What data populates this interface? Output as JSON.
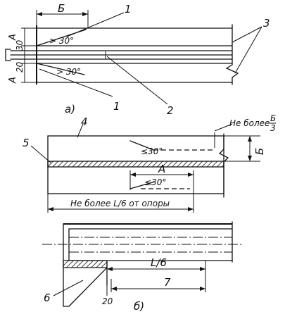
{
  "part_a": {
    "dim_top": "Б",
    "dim_side_top": "А",
    "dim_side_bottom": "А",
    "small_30": "30",
    "small_20": "20",
    "angle_top": "> 30°",
    "angle_bottom": "> 30°",
    "callout_1_top": "1",
    "callout_1_bottom": "1",
    "callout_2": "2",
    "callout_3": "3",
    "caption": "а)"
  },
  "part_b_plan": {
    "callout_4": "4",
    "callout_5": "5",
    "angle_top": "≤30°",
    "angle_bottom": "≤30°",
    "note_prefix": "Не более",
    "frac_num": "Б",
    "frac_den": "3",
    "dim_right": "Б",
    "dim_inner": "А",
    "dim_bottom": "Не более L/6 от опоры"
  },
  "part_b_elev": {
    "callout_6": "6",
    "callout_7": "7",
    "dim_l6": "L/6",
    "dim_20": "20",
    "caption": "б)"
  }
}
